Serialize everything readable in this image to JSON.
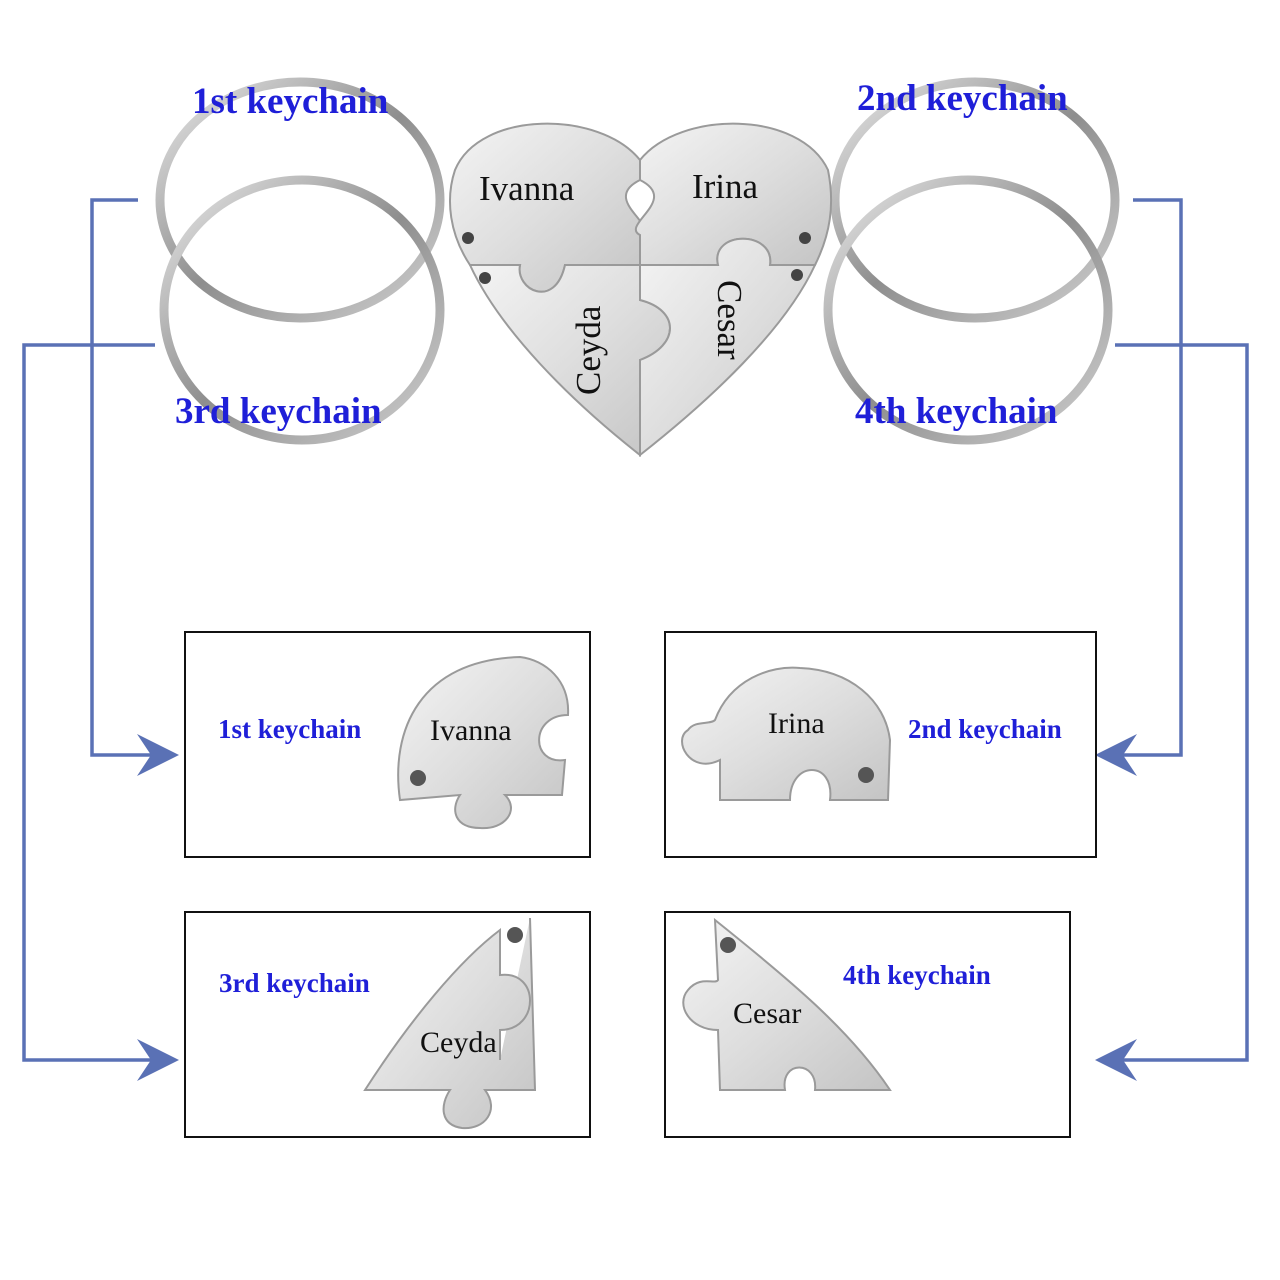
{
  "labels": {
    "first": "1st keychain",
    "second": "2nd keychain",
    "third": "3rd keychain",
    "fourth": "4th keychain"
  },
  "names": {
    "first": "Ivanna",
    "second": "Irina",
    "third": "Ceyda",
    "fourth": "Cesar"
  },
  "colors": {
    "label": "#1f1fd8",
    "connector": "#5a71b5"
  }
}
